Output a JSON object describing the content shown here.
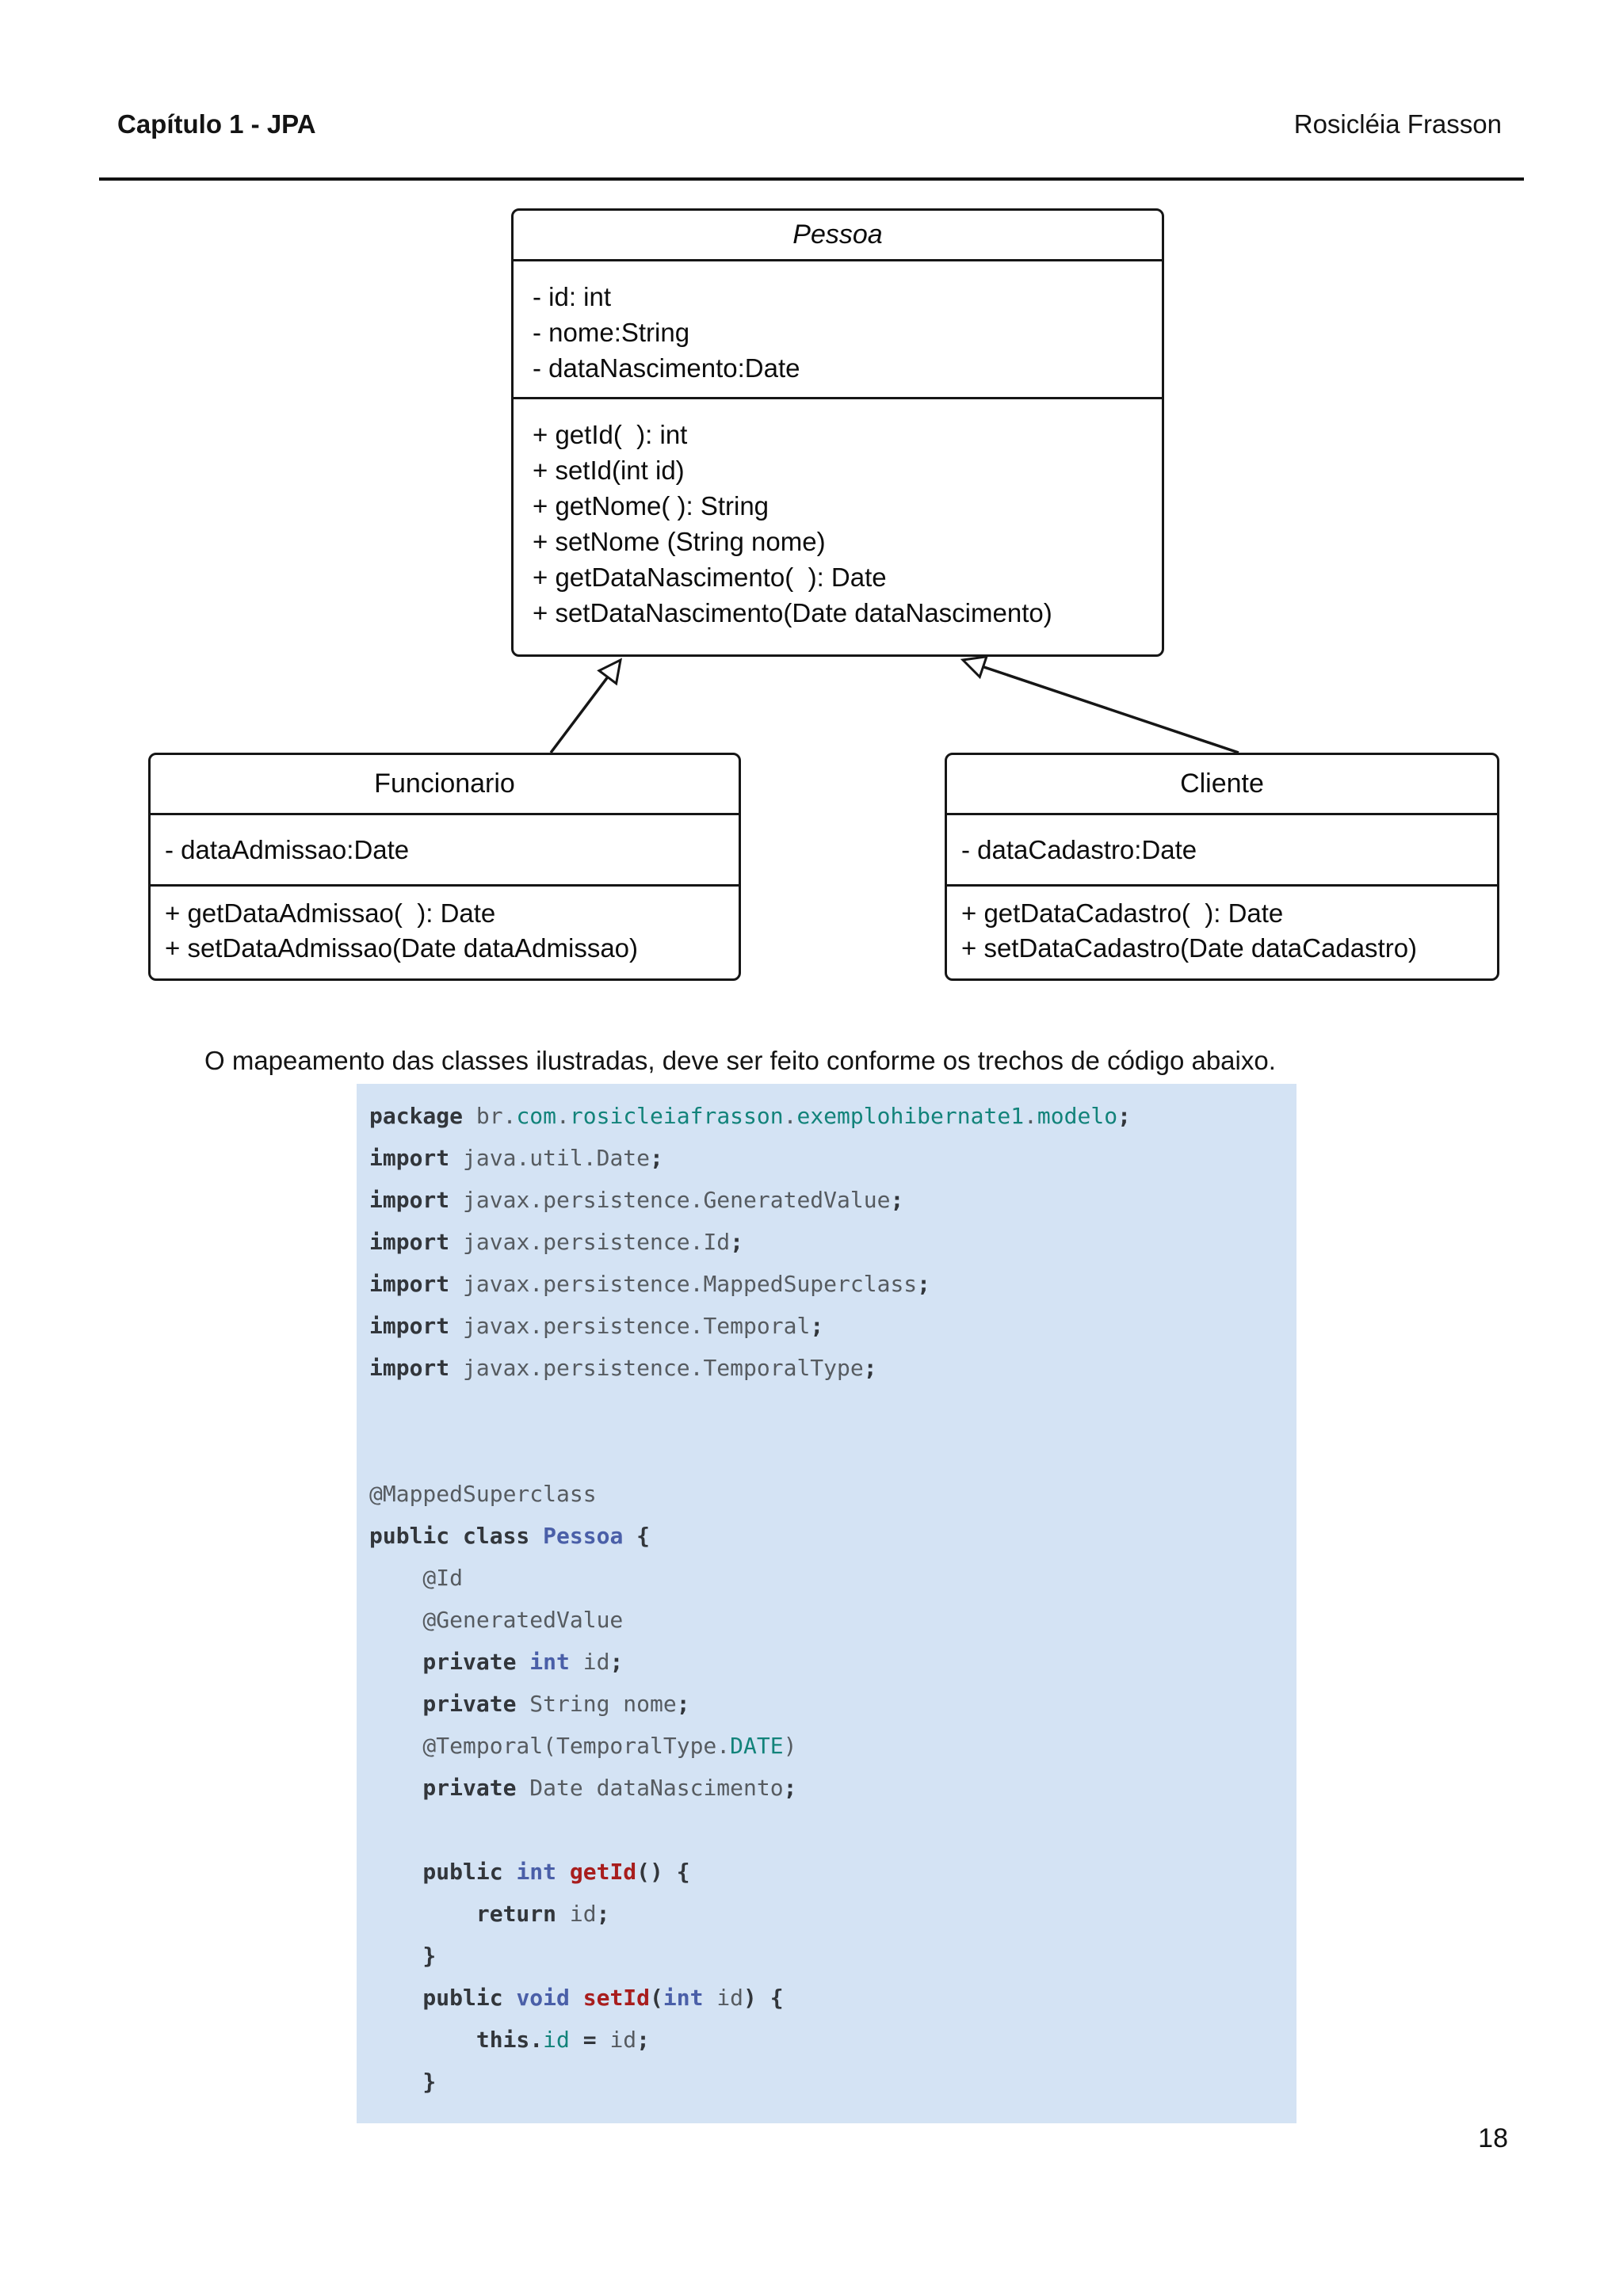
{
  "header": {
    "chapter": "Capítulo 1 - JPA",
    "author": "Rosicléia Frasson"
  },
  "diagram": {
    "classes": [
      {
        "name": "Pessoa",
        "abstract_italic": true,
        "attributes": [
          "- id: int",
          "- nome:String",
          "- dataNascimento:Date"
        ],
        "methods": [
          "+ getId(  ): int",
          "+ setId(int id)",
          "+ getNome( ): String",
          "+ setNome (String nome)",
          "+ getDataNascimento(  ): Date",
          "+ setDataNascimento(Date dataNascimento)"
        ]
      },
      {
        "name": "Funcionario",
        "abstract_italic": false,
        "attributes": [
          "- dataAdmissao:Date"
        ],
        "methods": [
          "+ getDataAdmissao(  ): Date",
          "+ setDataAdmissao(Date dataAdmissao)"
        ]
      },
      {
        "name": "Cliente",
        "abstract_italic": false,
        "attributes": [
          "- dataCadastro:Date"
        ],
        "methods": [
          "+ getDataCadastro(  ): Date",
          "+ setDataCadastro(Date dataCadastro)"
        ]
      }
    ],
    "relations": [
      {
        "from": "Funcionario",
        "to": "Pessoa",
        "type": "generalization"
      },
      {
        "from": "Cliente",
        "to": "Pessoa",
        "type": "generalization"
      }
    ]
  },
  "paragraph": "O mapeamento das classes ilustradas, deve ser feito conforme os trechos de código abaixo.",
  "code": {
    "background": "#d4e3f4",
    "token_colors": {
      "keyword": "#32363b",
      "plain": "#565b60",
      "teal": "#12837a",
      "type_blue": "#4a5fa8",
      "method_red": "#a81d1d"
    },
    "lines": [
      [
        [
          "k",
          "package"
        ],
        [
          "p",
          " br."
        ],
        [
          "t",
          "com"
        ],
        [
          "p",
          "."
        ],
        [
          "t",
          "rosicleiafrasson"
        ],
        [
          "p",
          "."
        ],
        [
          "t",
          "exemplohibernate1"
        ],
        [
          "p",
          "."
        ],
        [
          "t",
          "modelo"
        ],
        [
          "k",
          ";"
        ]
      ],
      [
        [
          "k",
          "import"
        ],
        [
          "p",
          " java.util.Date"
        ],
        [
          "k",
          ";"
        ]
      ],
      [
        [
          "k",
          "import"
        ],
        [
          "p",
          " javax.persistence.GeneratedValue"
        ],
        [
          "k",
          ";"
        ]
      ],
      [
        [
          "k",
          "import"
        ],
        [
          "p",
          " javax.persistence.Id"
        ],
        [
          "k",
          ";"
        ]
      ],
      [
        [
          "k",
          "import"
        ],
        [
          "p",
          " javax.persistence.MappedSuperclass"
        ],
        [
          "k",
          ";"
        ]
      ],
      [
        [
          "k",
          "import"
        ],
        [
          "p",
          " javax.persistence.Temporal"
        ],
        [
          "k",
          ";"
        ]
      ],
      [
        [
          "k",
          "import"
        ],
        [
          "p",
          " javax.persistence.TemporalType"
        ],
        [
          "k",
          ";"
        ]
      ],
      [],
      [],
      [
        [
          "p",
          "@MappedSuperclass"
        ]
      ],
      [
        [
          "k",
          "public class "
        ],
        [
          "b",
          "Pessoa"
        ],
        [
          "k",
          " {"
        ]
      ],
      [
        [
          "p",
          "    @Id"
        ]
      ],
      [
        [
          "p",
          "    @GeneratedValue"
        ]
      ],
      [
        [
          "k",
          "    private "
        ],
        [
          "b",
          "int"
        ],
        [
          "p",
          " id"
        ],
        [
          "k",
          ";"
        ]
      ],
      [
        [
          "k",
          "    private "
        ],
        [
          "p",
          "String nome"
        ],
        [
          "k",
          ";"
        ]
      ],
      [
        [
          "p",
          "    @Temporal(TemporalType."
        ],
        [
          "t",
          "DATE"
        ],
        [
          "p",
          ")"
        ]
      ],
      [
        [
          "k",
          "    private "
        ],
        [
          "p",
          "Date dataNascimento"
        ],
        [
          "k",
          ";"
        ]
      ],
      [],
      [
        [
          "k",
          "    public "
        ],
        [
          "b",
          "int"
        ],
        [
          "k",
          " "
        ],
        [
          "r",
          "getId"
        ],
        [
          "k",
          "() {"
        ]
      ],
      [
        [
          "k",
          "        return"
        ],
        [
          "p",
          " id"
        ],
        [
          "k",
          ";"
        ]
      ],
      [
        [
          "k",
          "    }"
        ]
      ],
      [
        [
          "k",
          "    public "
        ],
        [
          "b",
          "void"
        ],
        [
          "k",
          " "
        ],
        [
          "r",
          "setId"
        ],
        [
          "k",
          "("
        ],
        [
          "b",
          "int"
        ],
        [
          "p",
          " id"
        ],
        [
          "k",
          ") {"
        ]
      ],
      [
        [
          "k",
          "        this"
        ],
        [
          "k",
          "."
        ],
        [
          "t",
          "id"
        ],
        [
          "k",
          " = "
        ],
        [
          "p",
          "id"
        ],
        [
          "k",
          ";"
        ]
      ],
      [
        [
          "k",
          "    }"
        ]
      ]
    ]
  },
  "page_number": "18"
}
